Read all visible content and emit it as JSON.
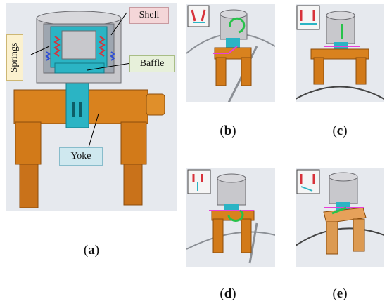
{
  "figure": {
    "callouts": {
      "shell": "Shell",
      "springs": "Springs",
      "baffle": "Baffle",
      "yoke": "Yoke"
    },
    "captions": {
      "a": "a",
      "b": "b",
      "c": "c",
      "d": "d",
      "e": "e"
    },
    "colors": {
      "yoke_orange": "#d9821e",
      "baffle_cyan": "#2bb4c4",
      "shell_gray": "#c8c8cc",
      "spring_red": "#d8323a",
      "spring_blue": "#2c4bd6",
      "axis_magenta": "#e83fd8",
      "axis_green": "#27c24a",
      "shell_label_bg": "#f4d6d8",
      "baffle_label_bg": "#e7f0da",
      "yoke_label_bg": "#cfe8ef",
      "springs_label_bg": "#fbf1cf"
    }
  }
}
